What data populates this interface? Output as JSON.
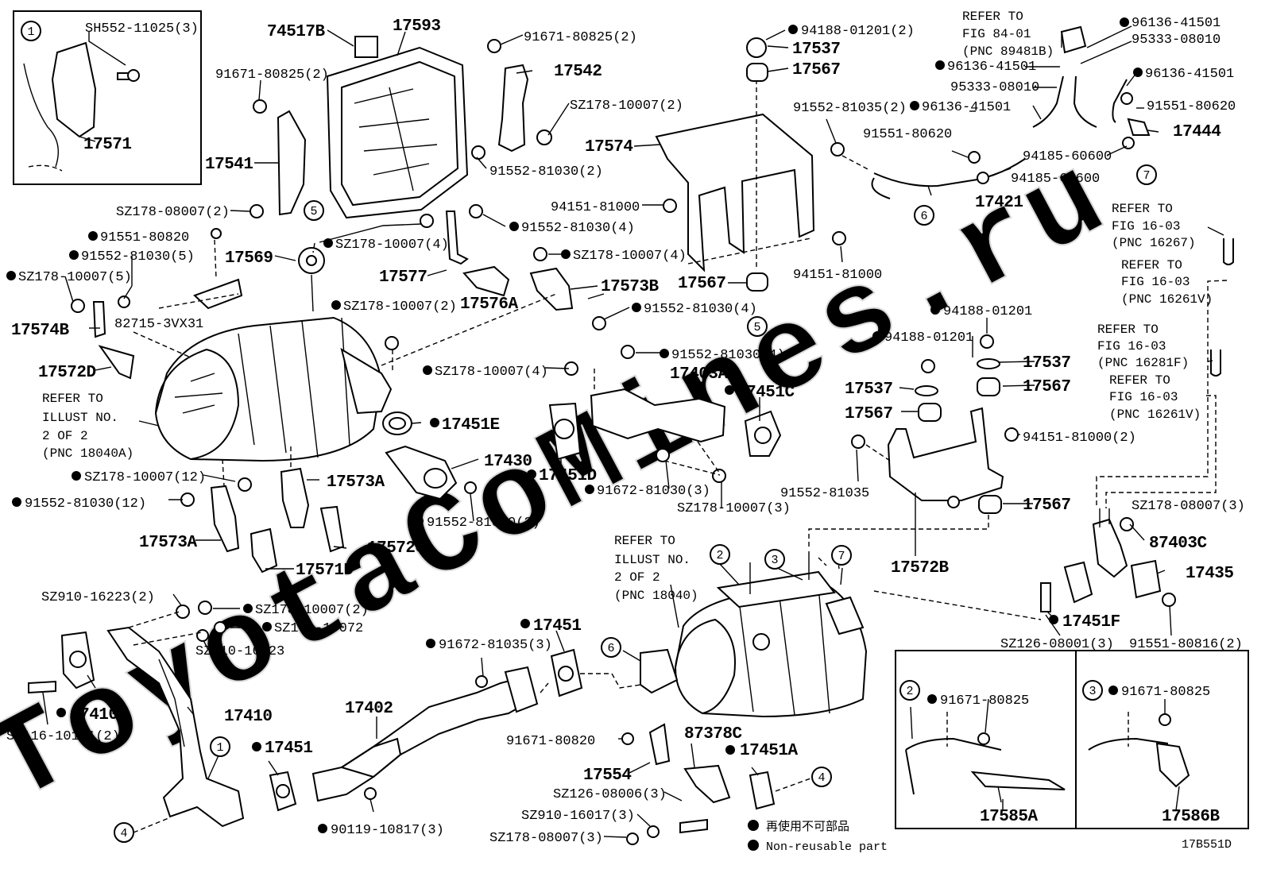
{
  "watermark": "ToyotaCoMines.ru",
  "code": "17B551D",
  "legend": {
    "jp": "再使用不可部品",
    "en": "Non-reusable part"
  },
  "detail_callouts": {
    "c1": "1",
    "c2": "2",
    "c3": "3",
    "c4": "4",
    "c5": "5",
    "c6": "6",
    "c7": "7"
  },
  "parts": {
    "sh552": "SH552-11025(3)",
    "p17571": "17571",
    "p74517b": "74517B",
    "p17593": "17593",
    "p91671_80825_2a": "91671-80825(2)",
    "p91671_80825_2b": "91671-80825(2)",
    "p17542": "17542",
    "sz178_10007_2a": "SZ178-10007(2)",
    "p91552_81030_2a": "91552-81030(2)",
    "p17541": "17541",
    "sz178_08007_2a": "SZ178-08007(2)",
    "p91551_80820": "91551-80820",
    "p91552_81030_5": "91552-81030(5)",
    "sz178_10007_5": "SZ178-10007(5)",
    "sz178_10007_4a": "SZ178-10007(4)",
    "p91552_81030_4a": "91552-81030(4)",
    "p17569": "17569",
    "p17577": "17577",
    "p17576a": "17576A",
    "sz178_10007_4b": "SZ178-10007(4)",
    "p17573b": "17573B",
    "p91552_81030_4b": "91552-81030(4)",
    "p82715": "82715-3VX31",
    "sz178_10007_2b": "SZ178-10007(2)",
    "p17574b": "17574B",
    "p17572d": "17572D",
    "refer_18040a_l1": "REFER TO",
    "refer_18040a_l2": "ILLUST NO.",
    "refer_18040a_l3": "2 OF 2",
    "refer_18040a_l4": "(PNC 18040A)",
    "sz178_10007_4c": "SZ178-10007(4)",
    "p91552_81030_4c": "91552-81030(4)",
    "p17403a": "17403A",
    "p17451c": "17451C",
    "p17451e": "17451E",
    "p17430": "17430",
    "p17451d": "17451D",
    "p91672_81030_3": "91672-81030(3)",
    "sz178_10007_3": "SZ178-10007(3)",
    "p91552_81030_2b": "91552-81030(2)",
    "sz178_10007_12": "SZ178-10007(12)",
    "p91552_81030_12": "91552-81030(12)",
    "p17573a_1": "17573A",
    "p17573a_2": "17573A",
    "p17571d": "17571D",
    "p17572g": "17572G",
    "p94188_01201_2": "94188-01201(2)",
    "p17537_a": "17537",
    "p17567_a": "17567",
    "p17574": "17574",
    "p91552_81035_2": "91552-81035(2)",
    "p94151_81000_a": "94151-81000",
    "p17567_b": "17567",
    "p94151_81000_b": "94151-81000",
    "refer_89481b_l1": "REFER TO",
    "refer_89481b_l2": "FIG 84-01",
    "refer_89481b_l3": "(PNC 89481B)",
    "p96136_41501_a": "96136-41501",
    "p95333_08010_a": "95333-08010",
    "p96136_41501_b": "96136-41501",
    "p95333_08010_b": "95333-08010",
    "p96136_41501_c": "96136-41501",
    "p96136_41501_d": "96136-41501",
    "p91551_80620_a": "91551-80620",
    "p91551_80620_b": "91551-80620",
    "p17444": "17444",
    "p94185_60600_a": "94185-60600",
    "p94185_60600_b": "94185-60600",
    "p17421": "17421",
    "refer_16267_l1": "REFER TO",
    "refer_16267_l2": "FIG 16-03",
    "refer_16267_l3": "(PNC 16267)",
    "refer_16261v_a_l1": "REFER TO",
    "refer_16261v_a_l2": "FIG 16-03",
    "refer_16261v_a_l3": "(PNC 16261V)",
    "refer_16281f_l1": "REFER TO",
    "refer_16281f_l2": "FIG 16-03",
    "refer_16281f_l3": "(PNC 16281F)",
    "refer_16261v_b_l1": "REFER TO",
    "refer_16261v_b_l2": "FIG 16-03",
    "refer_16261v_b_l3": "(PNC 16261V)",
    "p94188_01201_a": "94188-01201",
    "p94188_01201_b": "94188-01201",
    "p17537_b": "17537",
    "p17537_c": "17537",
    "p17567_c": "17567",
    "p17567_d": "17567",
    "p94151_81000_2": "94151-81000(2)",
    "p91552_81035": "91552-81035",
    "p17567_e": "17567",
    "p17572b": "17572B",
    "sz178_08007_3a": "SZ178-08007(3)",
    "p87403c": "87403C",
    "p17435": "17435",
    "p17451f": "17451F",
    "sz126_08001_3": "SZ126-08001(3)",
    "p91551_80816_2": "91551-80816(2)",
    "refer_18040_l1": "REFER TO",
    "refer_18040_l2": "ILLUST NO.",
    "refer_18040_l3": "2 OF 2",
    "refer_18040_l4": "(PNC 18040)",
    "sz910_16223_2": "SZ910-16223(2)",
    "sz178_10007_2c": "SZ178-10007(2)",
    "sz109_10072": "SZ109-10072",
    "sz910_16223": "SZ910-16223",
    "p17410b": "17410B",
    "p17410": "17410",
    "sz116_10171_2": "SZ116-10171(2)",
    "p17451_a": "17451",
    "p17451_b": "17451",
    "p91672_81035_3": "91672-81035(3)",
    "p17402": "17402",
    "p90119_10817_3": "90119-10817(3)",
    "p91671_80820": "91671-80820",
    "p87378c": "87378C",
    "p17451a": "17451A",
    "p17554": "17554",
    "sz126_08006_3": "SZ126-08006(3)",
    "sz910_16017_3": "SZ910-16017(3)",
    "sz178_08007_3b": "SZ178-08007(3)",
    "p91671_80825_c": "91671-80825",
    "p91671_80825_d": "91671-80825",
    "p17585a": "17585A",
    "p17586b": "17586B"
  }
}
